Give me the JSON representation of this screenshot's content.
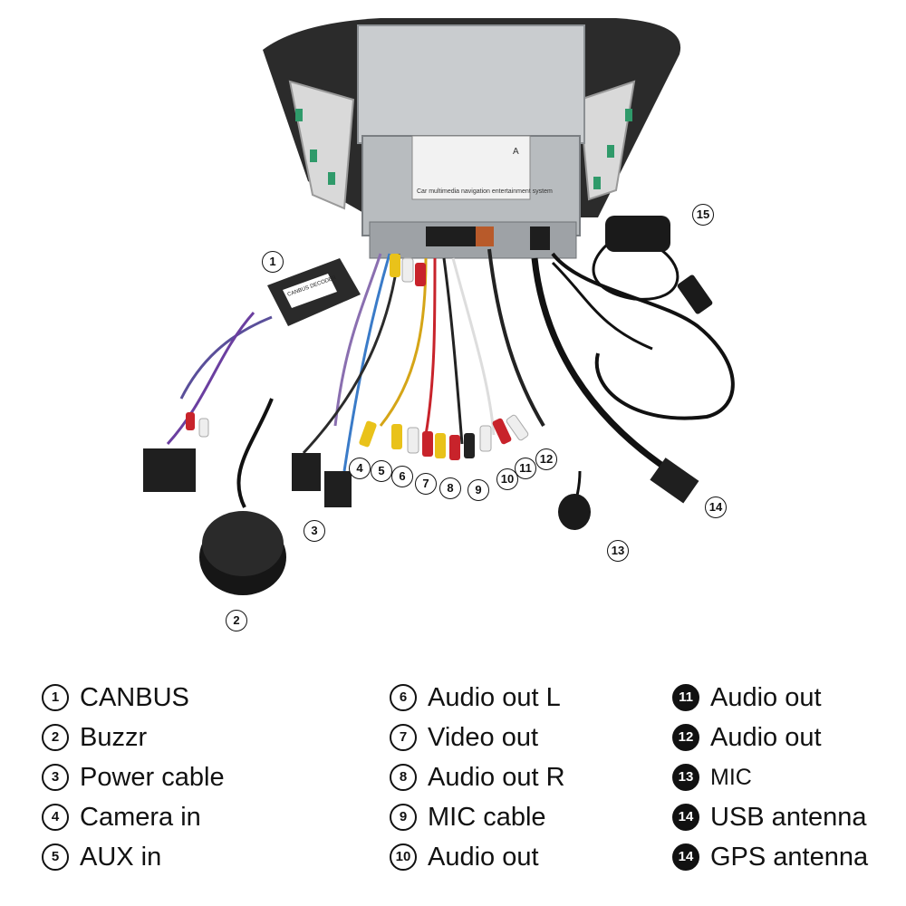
{
  "photo": {
    "unit_label_line1": "Car multimedia navigation entertainment system",
    "unit_label_badge": "A",
    "canbus_label": "CANBUS DECODER",
    "callouts": [
      "1",
      "2",
      "3",
      "4",
      "5",
      "6",
      "7",
      "8",
      "9",
      "10",
      "11",
      "12",
      "13",
      "14",
      "15"
    ]
  },
  "legend": {
    "col1": [
      {
        "num": "1",
        "label": "CANBUS"
      },
      {
        "num": "2",
        "label": "Buzzr"
      },
      {
        "num": "3",
        "label": "Power cable"
      },
      {
        "num": "4",
        "label": "Camera in"
      },
      {
        "num": "5",
        "label": "AUX in"
      }
    ],
    "col2": [
      {
        "num": "6",
        "label": "Audio out L"
      },
      {
        "num": "7",
        "label": "Video out"
      },
      {
        "num": "8",
        "label": "Audio out R"
      },
      {
        "num": "9",
        "label": "MIC cable"
      },
      {
        "num": "10",
        "label": "Audio out"
      }
    ],
    "col3": [
      {
        "num": "11",
        "label": "Audio out"
      },
      {
        "num": "12",
        "label": "Audio out"
      },
      {
        "num": "13",
        "label": "MIC"
      },
      {
        "num": "14",
        "label": "USB antenna"
      },
      {
        "num": "14",
        "label": "GPS antenna"
      }
    ]
  },
  "colors": {
    "rca_yellow": "#e9c21a",
    "rca_red": "#c8232b",
    "rca_white": "#eeeeee",
    "connector_green": "#2f9a6a",
    "cable_black": "#1a1a1a",
    "chassis_gray": "#b8bcbf"
  }
}
